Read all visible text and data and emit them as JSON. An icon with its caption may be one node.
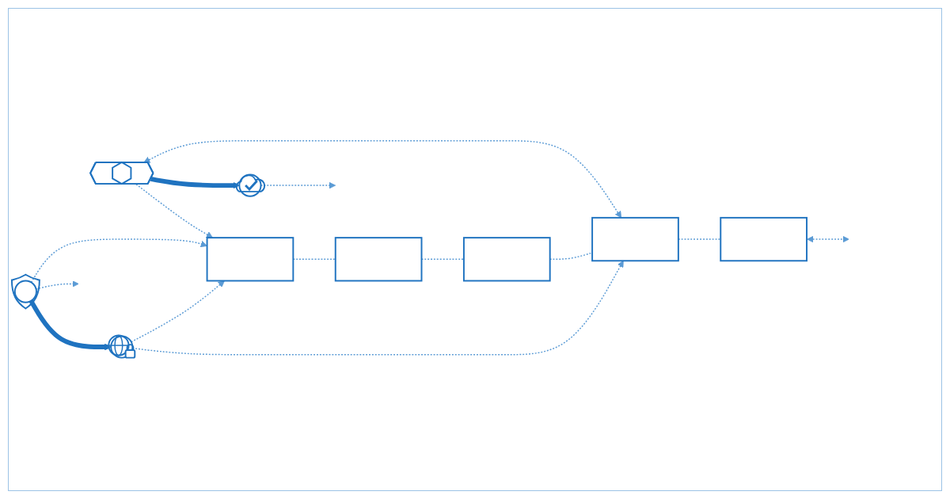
{
  "diagram": {
    "nodes": [
      {
        "text": [],
        "shape": "picture"
      },
      {
        "text": [],
        "shape": "picture"
      },
      {
        "text": [],
        "shape": "box"
      },
      {
        "text": [],
        "shape": "box"
      },
      {
        "text": [],
        "shape": "box"
      },
      {
        "text": [],
        "shape": "box"
      },
      {
        "text": [],
        "shape": "box"
      },
      {
        "text": [],
        "shape": "hexagon"
      },
      {
        "text": [],
        "shape": "picture"
      }
    ],
    "edges": [
      {
        "from": 0,
        "to": 1,
        "arrow": "to",
        "style": "thick",
        "color": "#1f73c0"
      },
      {
        "from": 1,
        "to": 2,
        "arrow": "to",
        "style": "dashed"
      },
      {
        "from": 1,
        "to": 5,
        "arrow": "to",
        "style": "dashed"
      },
      {
        "from": 0,
        "to": 2,
        "arrow": "to",
        "style": "dashed"
      },
      {
        "from": 0,
        "to": null,
        "arrow": "to",
        "style": "dashed"
      },
      {
        "from": 6,
        "to": null,
        "arrow": "both",
        "style": "dashed"
      },
      {
        "from": 2,
        "to": 3,
        "arrow": "none",
        "style": "dashed"
      },
      {
        "from": 3,
        "to": 4,
        "arrow": "none",
        "style": "dashed"
      },
      {
        "from": 4,
        "to": 5,
        "arrow": "none",
        "style": "dashed"
      },
      {
        "from": 5,
        "to": 6,
        "arrow": "none",
        "style": "dashed"
      },
      {
        "from": 7,
        "to": 2,
        "arrow": "to",
        "style": "dashed"
      },
      {
        "from": 7,
        "to": 5,
        "arrow": "both",
        "style": "dashed"
      },
      {
        "from": 7,
        "to": 8,
        "arrow": "to",
        "style": "thick",
        "color": "#1f73c0"
      },
      {
        "from": 8,
        "to": null,
        "arrow": "to",
        "style": "dashed"
      }
    ]
  }
}
